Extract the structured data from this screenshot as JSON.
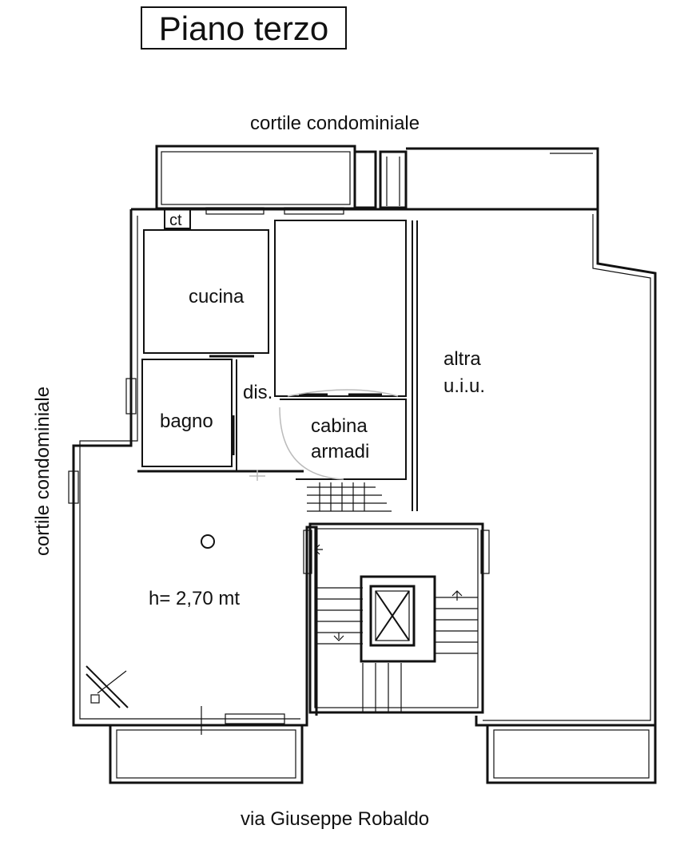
{
  "title": "Piano terzo",
  "labels": {
    "courtyard_top": "cortile condominiale",
    "courtyard_left": "cortile condominiale",
    "street": "via Giuseppe Robaldo",
    "ct": "ct",
    "kitchen": "cucina",
    "bathroom": "bagno",
    "hallway": "dis.",
    "closet_line1": "cabina",
    "closet_line2": "armadi",
    "other_unit_line1": "altra",
    "other_unit_line2": "u.i.u.",
    "ceiling_height": "h= 2,70 mt"
  }
}
